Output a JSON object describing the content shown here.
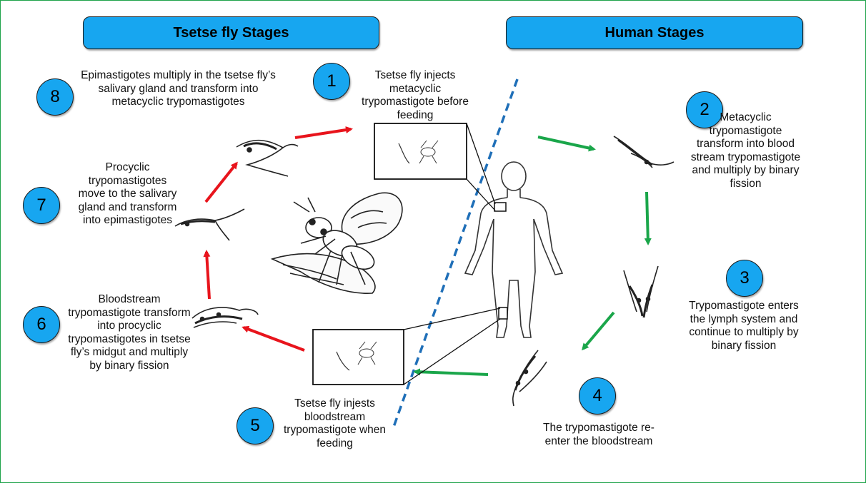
{
  "headers": {
    "tsetse": "Tsetse fly Stages",
    "human": "Human Stages"
  },
  "stages": [
    {
      "num": "1",
      "text": "Tsetse fly injects metacyclic trypomastigote before feeding"
    },
    {
      "num": "2",
      "text": "Metacyclic trypomastigote transform into blood stream trypomastigote and multiply by binary fission"
    },
    {
      "num": "3",
      "text": "Trypomastigote enters the lymph system and continue to multiply by binary fission"
    },
    {
      "num": "4",
      "text": "The trypomastigote re-enter the bloodstream"
    },
    {
      "num": "5",
      "text": "Tsetse fly injests bloodstream trypomastigote when feeding"
    },
    {
      "num": "6",
      "text": "Bloodstream trypomastigote transform into procyclic trypomastigotes in tsetse fly’s midgut and multiply by binary fission"
    },
    {
      "num": "7",
      "text": "Procyclic trypomastigotes move to the salivary gland and transform into epimastigotes"
    },
    {
      "num": "8",
      "text": "Epimastigotes multiply in the tsetse fly’s salivary gland and transform into metacyclic trypomastigotes"
    }
  ],
  "colors": {
    "header_fill": "#17a6f0",
    "number_fill": "#17a6f0",
    "tsetse_arrow": "#e8141c",
    "human_arrow": "#1aa64a",
    "divider": "#1f6fb8",
    "frame": "#1fa34a"
  }
}
